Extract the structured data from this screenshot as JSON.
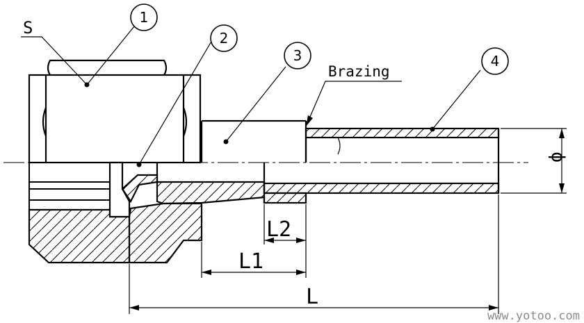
{
  "callouts": [
    {
      "number": "1"
    },
    {
      "number": "2"
    },
    {
      "number": "3"
    },
    {
      "number": "4"
    }
  ],
  "labels": {
    "hex_size": "S",
    "brazing": "Brazing",
    "diameter": "ϕ",
    "length_l2": "L2",
    "length_l1": "L1",
    "length_l": "L"
  },
  "watermark": "www.yotoo.com",
  "colors": {
    "line": "#000000",
    "watermark": "#8a8a8a"
  }
}
